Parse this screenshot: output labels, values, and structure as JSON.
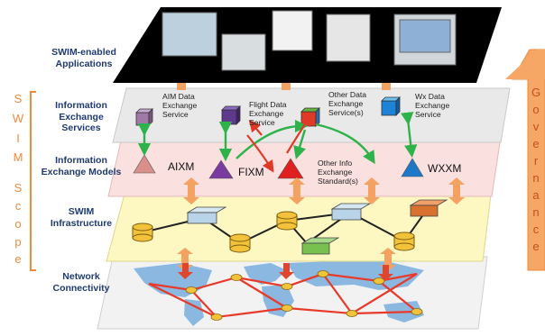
{
  "layers": {
    "apps": "SWIM-enabled\nApplications",
    "services": "Information\nExchange\nServices",
    "models": "Information\nExchange Models",
    "infra": "SWIM\nInfrastructure",
    "network": "Network\nConnectivity"
  },
  "services": {
    "aim": "AIM Data\nExchange\nService",
    "flight": "Flight Data\nExchange\nService",
    "other": "Other Data\nExchange\nService(s)",
    "wx": "Wx Data\nExchange\nService"
  },
  "standards": {
    "aixm": "AIXM",
    "fixm": "FIXM",
    "other": "Other Info\nExchange\nStandard(s)",
    "wxxm": "WXXM"
  },
  "scope_letters": [
    "S",
    "W",
    "I",
    "M",
    "",
    "S",
    "c",
    "o",
    "p",
    "e"
  ],
  "governance_letters": [
    "G",
    "o",
    "v",
    "e",
    "r",
    "n",
    "a",
    "n",
    "c",
    "e"
  ],
  "colors": {
    "label_blue": "#1f3a73",
    "scope_orange": "#ee8a3c",
    "governance_fill": "#f6a765",
    "arrow_green": "#2db34a",
    "arrow_red": "#e03a26"
  }
}
